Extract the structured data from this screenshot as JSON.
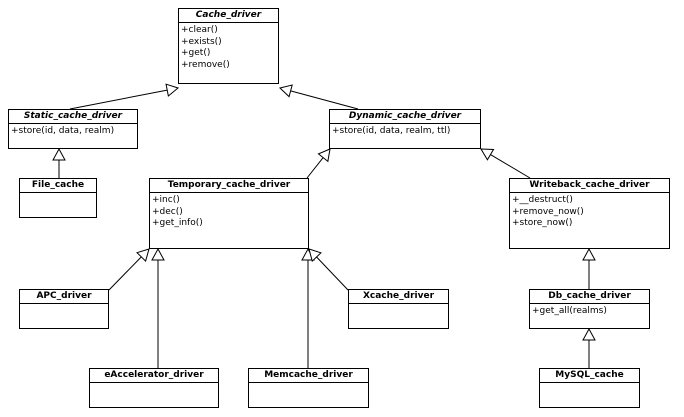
{
  "diagram": {
    "classes": {
      "cache_driver": {
        "name": "Cache_driver",
        "abstract": true,
        "ops": [
          "+clear()",
          "+exists()",
          "+get()",
          "+remove()"
        ]
      },
      "static_cache_driver": {
        "name": "Static_cache_driver",
        "abstract": true,
        "ops": [
          "+store(id, data, realm)"
        ]
      },
      "dynamic_cache_driver": {
        "name": "Dynamic_cache_driver",
        "abstract": true,
        "ops": [
          "+store(id, data, realm, ttl)"
        ]
      },
      "file_cache": {
        "name": "File_cache",
        "abstract": false,
        "ops": []
      },
      "temporary_cache_driver": {
        "name": "Temporary_cache_driver",
        "abstract": false,
        "ops": [
          "+inc()",
          "+dec()",
          "+get_info()"
        ]
      },
      "writeback_cache_driver": {
        "name": "Writeback_cache_driver",
        "abstract": false,
        "ops": [
          "+__destruct()",
          "+remove_now()",
          "+store_now()"
        ]
      },
      "apc_driver": {
        "name": "APC_driver",
        "abstract": false,
        "ops": []
      },
      "xcache_driver": {
        "name": "Xcache_driver",
        "abstract": false,
        "ops": []
      },
      "db_cache_driver": {
        "name": "Db_cache_driver",
        "abstract": false,
        "ops": [
          "+get_all(realms)"
        ]
      },
      "eaccelerator_driver": {
        "name": "eAccelerator_driver",
        "abstract": false,
        "ops": []
      },
      "memcache_driver": {
        "name": "Memcache_driver",
        "abstract": false,
        "ops": []
      },
      "mysql_cache": {
        "name": "MySQL_cache",
        "abstract": false,
        "ops": []
      }
    },
    "inheritance": [
      {
        "child": "static_cache_driver",
        "parent": "cache_driver"
      },
      {
        "child": "dynamic_cache_driver",
        "parent": "cache_driver"
      },
      {
        "child": "file_cache",
        "parent": "static_cache_driver"
      },
      {
        "child": "temporary_cache_driver",
        "parent": "dynamic_cache_driver"
      },
      {
        "child": "writeback_cache_driver",
        "parent": "dynamic_cache_driver"
      },
      {
        "child": "apc_driver",
        "parent": "temporary_cache_driver"
      },
      {
        "child": "eaccelerator_driver",
        "parent": "temporary_cache_driver"
      },
      {
        "child": "memcache_driver",
        "parent": "temporary_cache_driver"
      },
      {
        "child": "xcache_driver",
        "parent": "temporary_cache_driver"
      },
      {
        "child": "db_cache_driver",
        "parent": "writeback_cache_driver"
      },
      {
        "child": "mysql_cache",
        "parent": "db_cache_driver"
      }
    ]
  }
}
